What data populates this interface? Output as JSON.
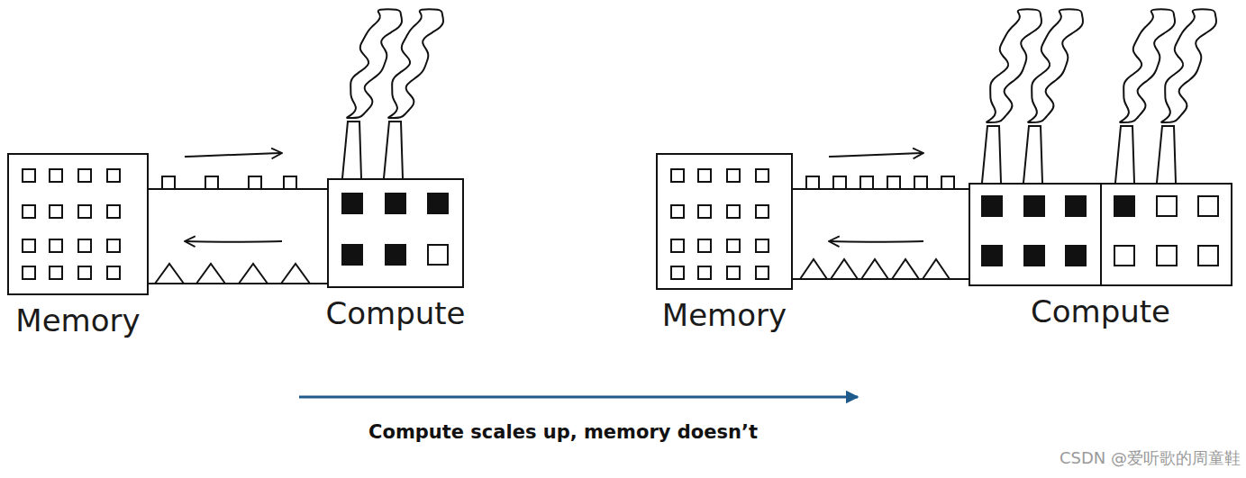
{
  "diagram": {
    "caption": "Compute scales up, memory doesn’t",
    "nodes": [
      {
        "text": [
          "Memory"
        ]
      },
      {
        "text": [
          "Compute"
        ]
      },
      {
        "text": [
          "Memory"
        ]
      },
      {
        "text": [
          "Compute"
        ]
      }
    ],
    "edges": [
      {
        "from": 0,
        "to": 1,
        "arrow": "to"
      },
      {
        "from": 1,
        "to": 0,
        "arrow": "to"
      },
      {
        "from": 2,
        "to": 3,
        "arrow": "to"
      },
      {
        "from": 3,
        "to": 2,
        "arrow": "to"
      }
    ],
    "labels": [
      "CSDN @爱听歌的周童鞋"
    ]
  }
}
